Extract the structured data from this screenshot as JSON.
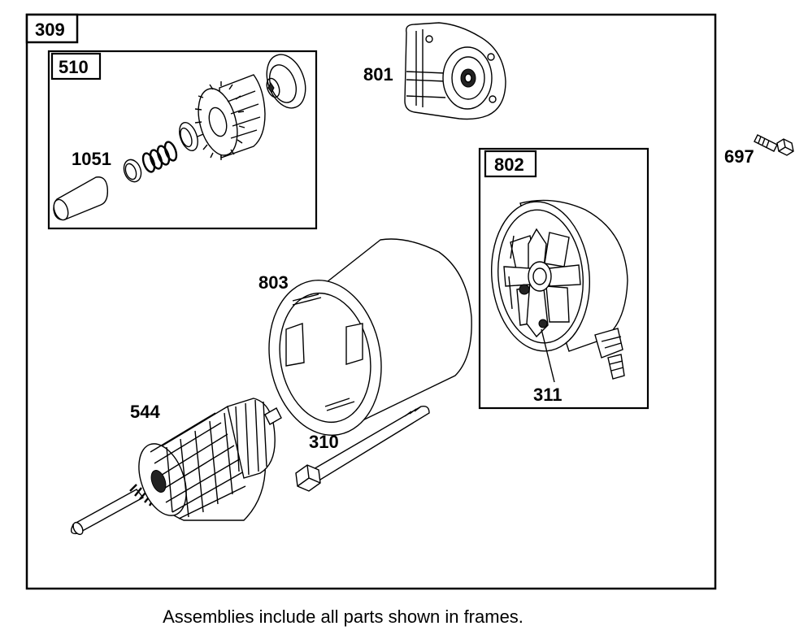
{
  "labels": {
    "main_assembly": "309",
    "drive_assembly": "510",
    "retaining_ring": "1051",
    "end_cap_drive": "801",
    "end_cap_commutator": "802",
    "bolt": "697",
    "housing": "803",
    "armature": "544",
    "through_bolt": "310",
    "brush": "311"
  },
  "caption": "Assemblies include all parts shown in frames."
}
